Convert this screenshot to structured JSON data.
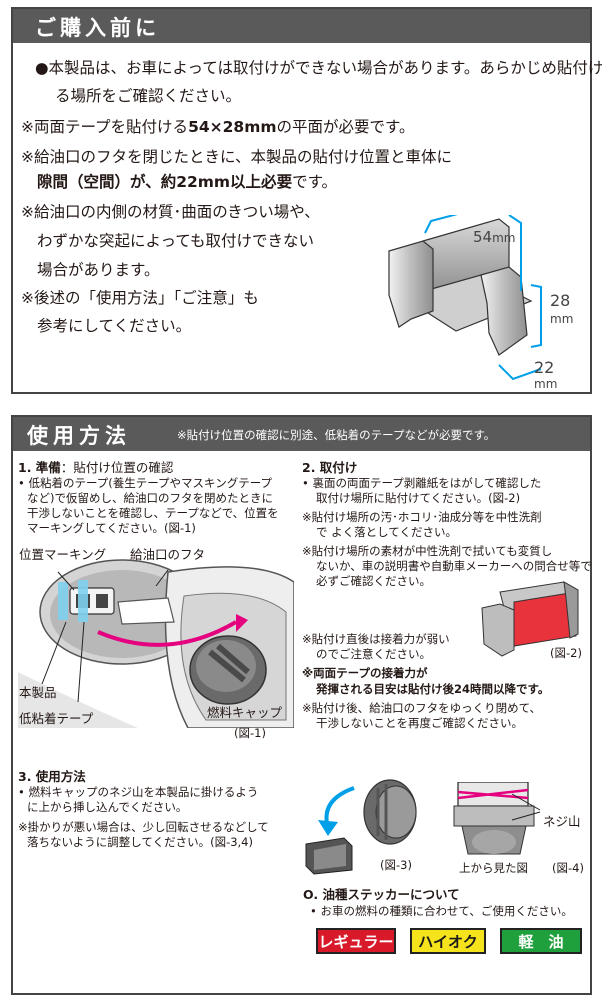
{
  "before": {
    "title": "ご購入前に",
    "l1a": "●本製品は、お車によっては取付けができない場合があります。あらかじめ貼付け",
    "l1b": "る場所をご確認ください。",
    "l2a": "※両面テープを貼付ける",
    "l2b": "54×28mm",
    "l2c": "の平面が必要です。",
    "l3": "※給油口のフタを閉じたときに、本製品の貼付け位置と車体に",
    "l4a": "隙間（空間）が、約22mm以上必要",
    "l4b": "です。",
    "l5": "※給油口の内側の材質･曲面のきつい場や、",
    "l6": "わずかな突起によっても取付けできない",
    "l7": "場合があります。",
    "l8": "※後述の「使用方法」「ご注意」も",
    "l9": "参考にしてください。",
    "dim_w": "54",
    "dim_h": "28",
    "dim_d": "22",
    "unit": "mm"
  },
  "howto": {
    "title": "使用方法",
    "note": "※貼付け位置の確認に別途、低粘着のテープなどが必要です。",
    "s1_title_a": "1. 準備",
    "s1_title_b": "：貼付け位置の確認",
    "s1_l1": "• 低粘着のテープ(養生テープやマスキングテープ",
    "s1_l2": "など)で仮留めし、給油口のフタを閉めたときに",
    "s1_l3": "干渉しないことを確認し、テープなどで、位置を",
    "s1_l4": "マーキングしてください。(図-1)",
    "lbl_marking": "位置マーキング",
    "lbl_lid": "給油口のフタ",
    "lbl_product": "本製品",
    "lbl_tape": "低粘着テープ",
    "lbl_cap": "燃料キャップ",
    "fig1": "(図-1)",
    "s2_title": "2. 取付け",
    "s2_l1": "• 裏面の両面テープ剥離紙をはがして確認した",
    "s2_l2": "取付け場所に貼付けてください。(図-2)",
    "s2_l3": "※貼付け場所の汚･ホコリ･油成分等を中性洗剤",
    "s2_l4": "で よく落としてください。",
    "s2_l5": "※貼付け場所の素材が中性洗剤で拭いても変質し",
    "s2_l6": "ないか、車の説明書や自動車メーカーへの問合せ等で",
    "s2_l7": "必ずご確認ください。",
    "s2_l8": "※貼付け直後は接着力が弱い",
    "s2_l9": "のでご注意ください。",
    "fig2": "(図-2)",
    "s2_b1": "※両面テープの接着力が",
    "s2_b2": "発揮される目安は貼付け後24時間以降です。",
    "s2_l10": "※貼付け後、給油口のフタをゆっくり閉めて、",
    "s2_l11": "干渉しないことを再度ご確認ください。",
    "s3_title": "3. 使用方法",
    "s3_l1": "• 燃料キャップのネジ山を本製品に掛けるよう",
    "s3_l2": "に上から挿し込んでください。",
    "s3_l3": "※掛かりが悪い場合は、少し回転させるなどして",
    "s3_l4": "落ちないように調整してください。(図-3,4)",
    "fig3": "(図-3)",
    "lbl_thread": "ネジ山",
    "lbl_top": "上から見た図",
    "fig4": "(図-4)",
    "s4_title": "O. 油種ステッカーについて",
    "s4_l1": "• お車の燃料の種類に合わせて、ご使用ください。",
    "stickers": [
      "レギュラー",
      "ハイオク",
      "軽　油"
    ],
    "colors": {
      "regular": "#d7192a",
      "highoctane": "#f5e31b",
      "diesel": "#20a03c",
      "header": "#5a5a5a",
      "accent": "#00a0e9"
    }
  }
}
